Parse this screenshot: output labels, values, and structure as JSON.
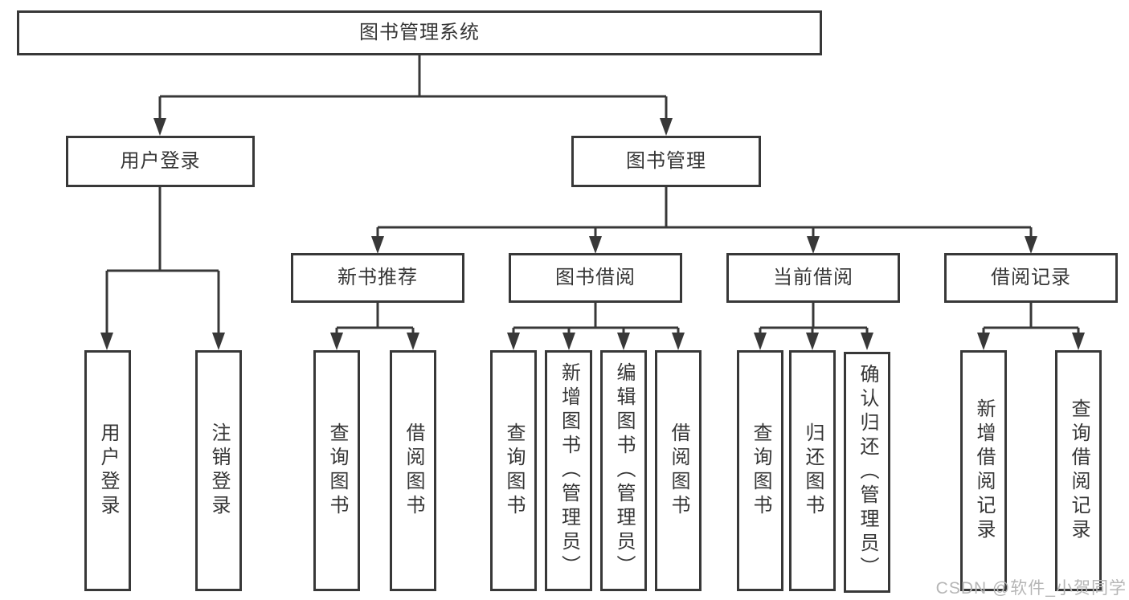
{
  "root": {
    "label": "图书管理系统"
  },
  "branches": {
    "user_login": {
      "label": "用户登录",
      "children": [
        {
          "label": "用户登录"
        },
        {
          "label": "注销登录"
        }
      ]
    },
    "book_mgmt": {
      "label": "图书管理",
      "sections": [
        {
          "label": "新书推荐",
          "children": [
            {
              "label": "查询图书"
            },
            {
              "label": "借阅图书"
            }
          ]
        },
        {
          "label": "图书借阅",
          "children": [
            {
              "label": "查询图书"
            },
            {
              "label": "新增图书（管理员）"
            },
            {
              "label": "编辑图书（管理员）"
            },
            {
              "label": "借阅图书"
            }
          ]
        },
        {
          "label": "当前借阅",
          "children": [
            {
              "label": "查询图书"
            },
            {
              "label": "归还图书"
            },
            {
              "label": "确认归还（管理员）"
            }
          ]
        },
        {
          "label": "借阅记录",
          "children": [
            {
              "label": "新增借阅记录"
            },
            {
              "label": "查询借阅记录"
            }
          ]
        }
      ]
    }
  },
  "watermark": "CSDN @软件_小贺同学",
  "colors": {
    "line": "#383838",
    "text": "#363636",
    "box_background": "#ffffff",
    "watermark": "#b6b6b6"
  }
}
